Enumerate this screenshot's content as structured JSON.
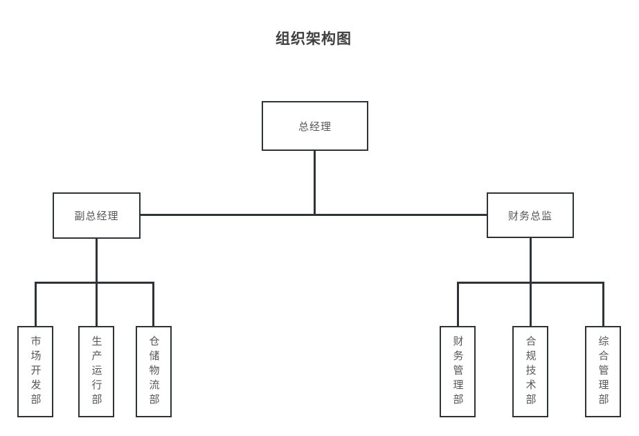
{
  "title": "组织架构图",
  "colors": {
    "box_fill": "#ffffff",
    "box_border": "#2c313a",
    "connector": "#2e323a",
    "label_text": "#565656",
    "title_text": "#3f3f3f"
  },
  "org": {
    "root": {
      "label": "总经理"
    },
    "level2": [
      {
        "label": "副总经理"
      },
      {
        "label": "财务总监"
      }
    ],
    "left_departments": [
      {
        "label": "市场开发部"
      },
      {
        "label": "生产运行部"
      },
      {
        "label": "仓储物流部"
      }
    ],
    "right_departments": [
      {
        "label": "财务管理部"
      },
      {
        "label": "合规技术部"
      },
      {
        "label": "综合管理部"
      }
    ]
  }
}
